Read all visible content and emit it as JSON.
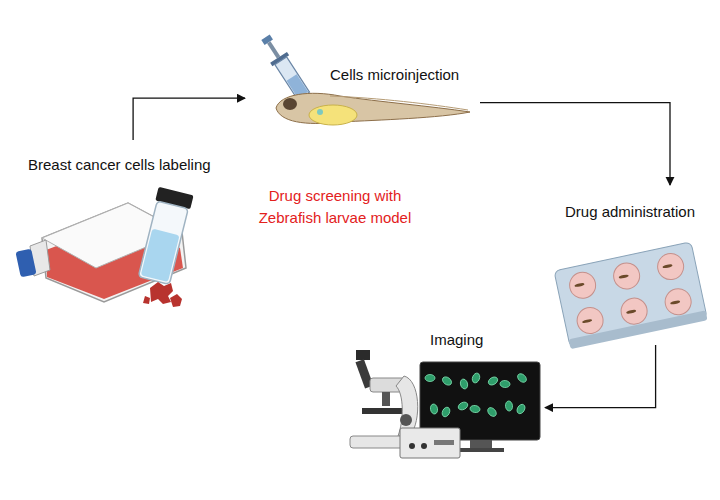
{
  "diagram": {
    "title": "Drug screening with Zebrafish larvae model",
    "nodes": [
      {
        "text": [
          "Breast cancer cells labeling"
        ]
      },
      {
        "text": [
          "Cells microinjection"
        ]
      },
      {
        "text": [
          "Drug administration"
        ]
      },
      {
        "text": [
          "Imaging"
        ]
      }
    ],
    "edges": [
      {
        "from": 0,
        "to": 1,
        "arrow": "to"
      },
      {
        "from": 1,
        "to": 2,
        "arrow": "to"
      },
      {
        "from": 2,
        "to": 3,
        "arrow": "to"
      }
    ]
  }
}
